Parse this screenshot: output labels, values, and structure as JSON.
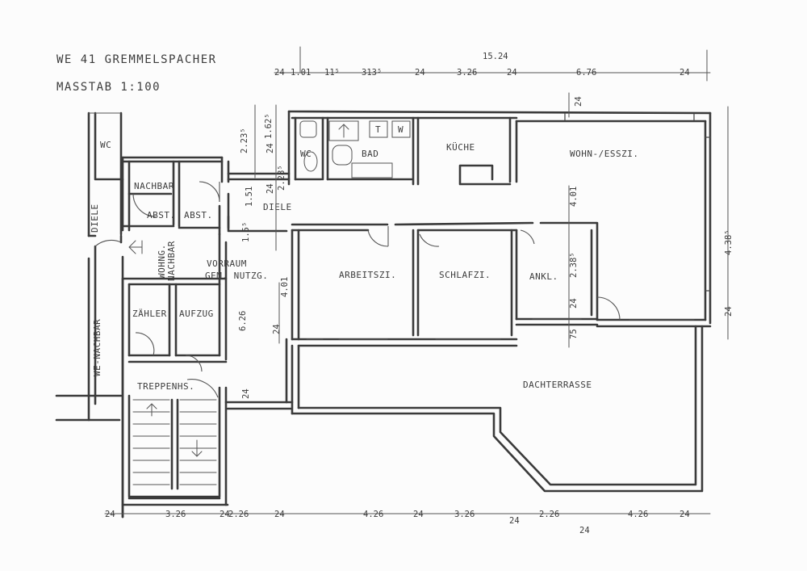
{
  "header": {
    "title": "WE 41 GREMMELSPACHER",
    "scale": "MASSTAB 1:100"
  },
  "rooms": {
    "wc_neighbor": "WC",
    "nachbar": "NACHBAR",
    "abst1": "ABST.",
    "abst2": "ABST.",
    "diele_left": "DIELE",
    "wohng_nachbar_1": "WOHNG.",
    "wohng_nachbar_2": "NACHBAR",
    "we_nachbar": "WE-NACHBAR",
    "vorraum_1": "VORRAUM",
    "vorraum_2": "GEM. NUTZG.",
    "zaehler": "ZÄHLER",
    "aufzug": "AUFZUG",
    "treppenhs": "TREPPENHS.",
    "wc": "WC",
    "bad": "BAD",
    "t": "T",
    "w": "W",
    "kueche": "KÜCHE",
    "wohn_esszi": "WOHN-/ESSZI.",
    "diele": "DIELE",
    "arbeitszi": "ARBEITSZI.",
    "schlafzi": "SCHLAFZI.",
    "ankl": "ANKL.",
    "dachterrasse": "DACHTERRASSE"
  },
  "dimensions": {
    "top": [
      "24",
      "1.01",
      "11⁵",
      "313⁵",
      "24",
      "3.26",
      "24",
      "6.76",
      "24"
    ],
    "top_total": "15.24",
    "bottom": [
      "24",
      "3.26",
      "24",
      "2.26",
      "24",
      "4.26",
      "24",
      "3.26",
      "24",
      "2.26",
      "24",
      "4.26",
      "24"
    ],
    "vertical": [
      "2.23⁵",
      "1.62⁵",
      "24",
      "2.28⁵",
      "1.51",
      "24",
      "1.5⁵",
      "4.01",
      "6.26",
      "24",
      "24",
      "4.01",
      "2.38⁵",
      "24",
      "4.38⁵",
      "24",
      "75",
      "24"
    ]
  }
}
